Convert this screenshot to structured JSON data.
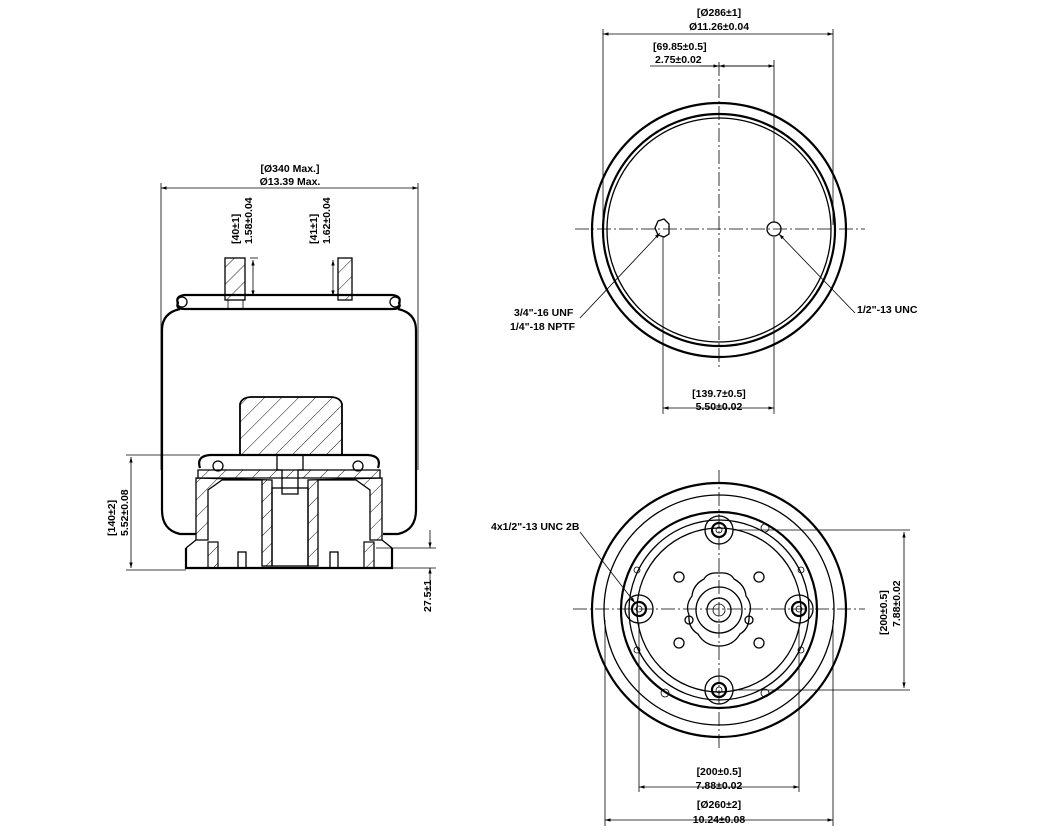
{
  "side_view": {
    "overall_dia_mm": "[Ø340 Max.]",
    "overall_dia_in": "Ø13.39 Max.",
    "stud1_mm": "[40±1]",
    "stud1_in": "1.58±0.04",
    "stud2_mm": "[41±1]",
    "stud2_in": "1.62±0.04",
    "height_mm": "[140±2]",
    "height_in": "5.52±0.08",
    "bottom_stud": "27.5±1"
  },
  "top_view": {
    "outer_dia_mm": "[Ø286±1]",
    "outer_dia_in": "Ø11.26±0.04",
    "offset_mm": "[69.85±0.5]",
    "offset_in": "2.75±0.02",
    "spacing_mm": "[139.7±0.5]",
    "spacing_in": "5.50±0.02",
    "port_left_line1": "3/4\"-16 UNF",
    "port_left_line2": "1/4\"-18 NPTF",
    "port_right": "1/2\"-13 UNC"
  },
  "bottom_view": {
    "thread_label": "4x1/2\"-13 UNC 2B",
    "bolt_v_mm": "[200±0.5]",
    "bolt_v_in": "7.88±0.02",
    "bolt_h_mm": "[200±0.5]",
    "bolt_h_in": "7.88±0.02",
    "base_dia_mm": "[Ø260±2]",
    "base_dia_in": "10.24±0.08"
  }
}
